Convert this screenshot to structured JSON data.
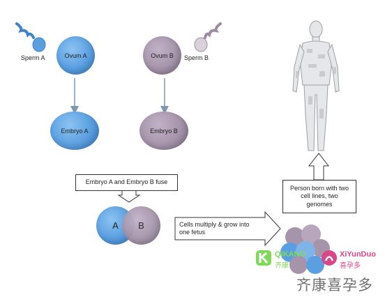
{
  "labels": {
    "sperm_a": "Sperm A",
    "ovum_a": "Ovum A",
    "ovum_b": "Ovum B",
    "sperm_b": "Sperm B",
    "embryo_a": "Embryo A",
    "embryo_b": "Embryo B",
    "fuse_box": "Embryo A and Embryo B fuse",
    "cell_a": "A",
    "cell_b": "B",
    "multiply_box": "Cells multiply & grow into one fetus",
    "person_box": "Person born with two cell lines, two genomes"
  },
  "watermark": {
    "brand_1_latin": "QIKANG",
    "brand_1_cjk": "齐康",
    "brand_2_latin": "XiYunDuo",
    "brand_2_cjk": "喜孕多",
    "footer": "齐康喜孕多"
  },
  "colors": {
    "blue_cell": "#5a9fe0",
    "mauve_cell": "#a594aa",
    "arrow": "#7f97b0",
    "brand_green": "#7ed957",
    "brand_pink": "#d9468a"
  }
}
